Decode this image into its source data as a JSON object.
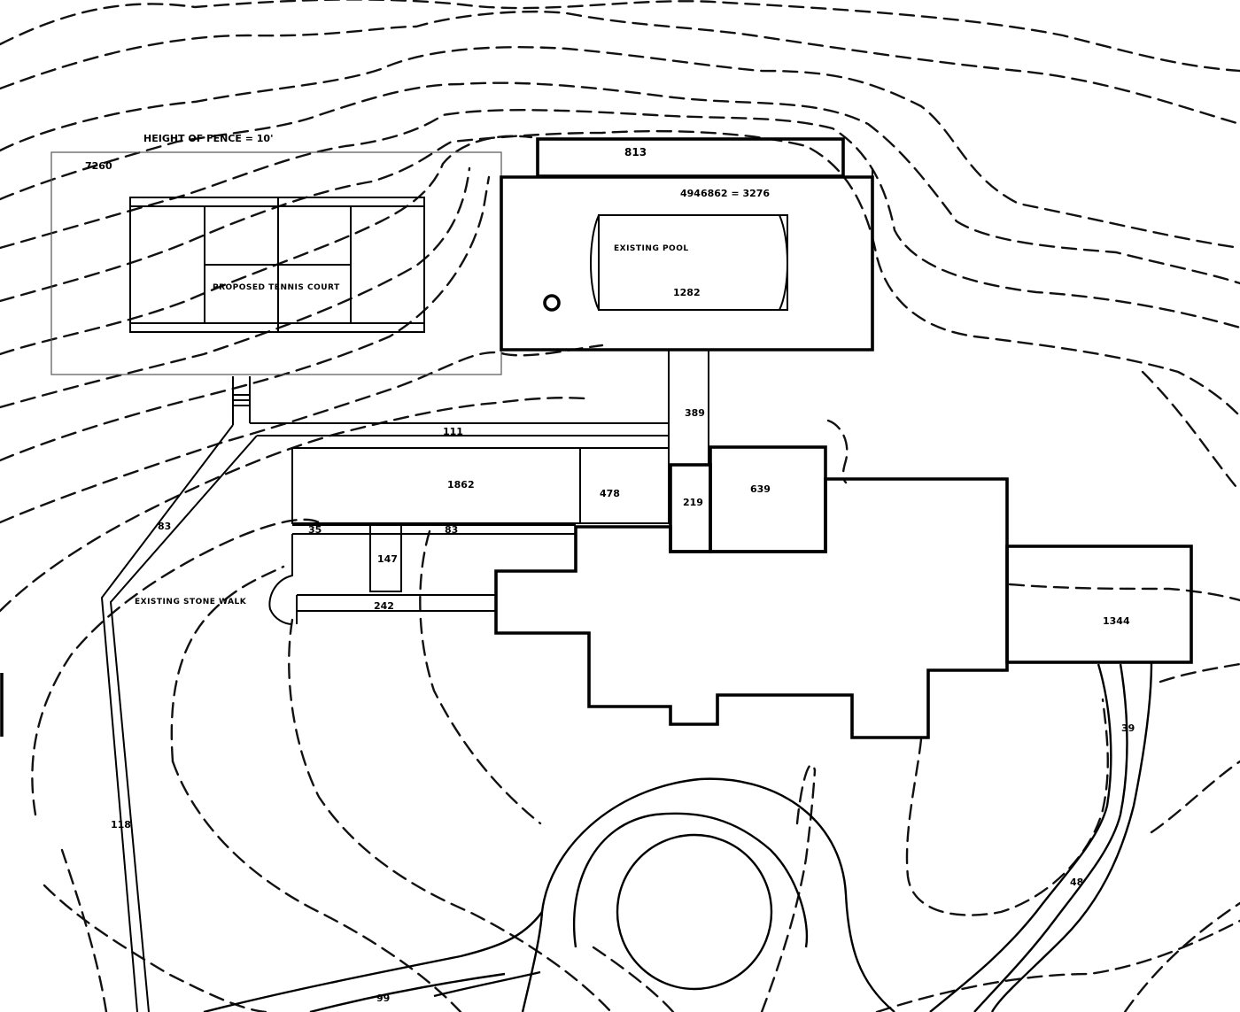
{
  "labels": {
    "fence_height": "HEIGHT OF FENCE = 10'",
    "tennis_area": "7260",
    "tennis_court": "PROPOSED TENNIS COURT",
    "cabana": "813",
    "pool_deck": "4946862 = 3276",
    "pool_name": "EXISTING POOL",
    "pool_area": "1282",
    "stair_link": "389",
    "walk_top": "111",
    "wing_west": "1862",
    "room_478": "478",
    "room_219": "219",
    "room_639": "639",
    "porch_left": "35",
    "porch_right": "83",
    "room_147": "147",
    "walk_242": "242",
    "stone_walk": "EXISTING STONE WALK",
    "path_left_upper": "83",
    "path_left_lower": "118",
    "garage": "1344",
    "drive_east": "39",
    "drive_lower": "48",
    "drive_bottom": "99"
  }
}
